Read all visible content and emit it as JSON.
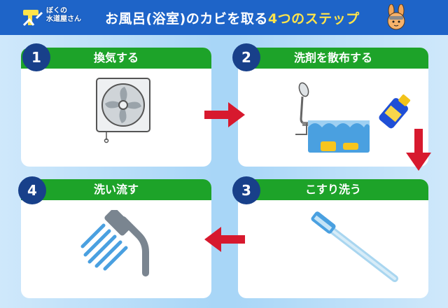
{
  "header": {
    "logo_line1": "ぼくの",
    "logo_line2": "水道屋さん",
    "title_main": "お風呂(浴室)のカビを取る",
    "title_highlight": "4つのステップ"
  },
  "steps": [
    {
      "number": "1",
      "label": "換気する",
      "icon": "ventilation-fan-icon"
    },
    {
      "number": "2",
      "label": "洗剤を散布する",
      "icon": "shower-bathtub-icon"
    },
    {
      "number": "3",
      "label": "こすり洗う",
      "icon": "toothbrush-icon"
    },
    {
      "number": "4",
      "label": "洗い流す",
      "icon": "shower-head-icon"
    }
  ],
  "colors": {
    "header": "#1e64c8",
    "step_bar": "#1da329",
    "badge": "#18408a",
    "arrow": "#d7192e",
    "highlight": "#ffe44a"
  }
}
